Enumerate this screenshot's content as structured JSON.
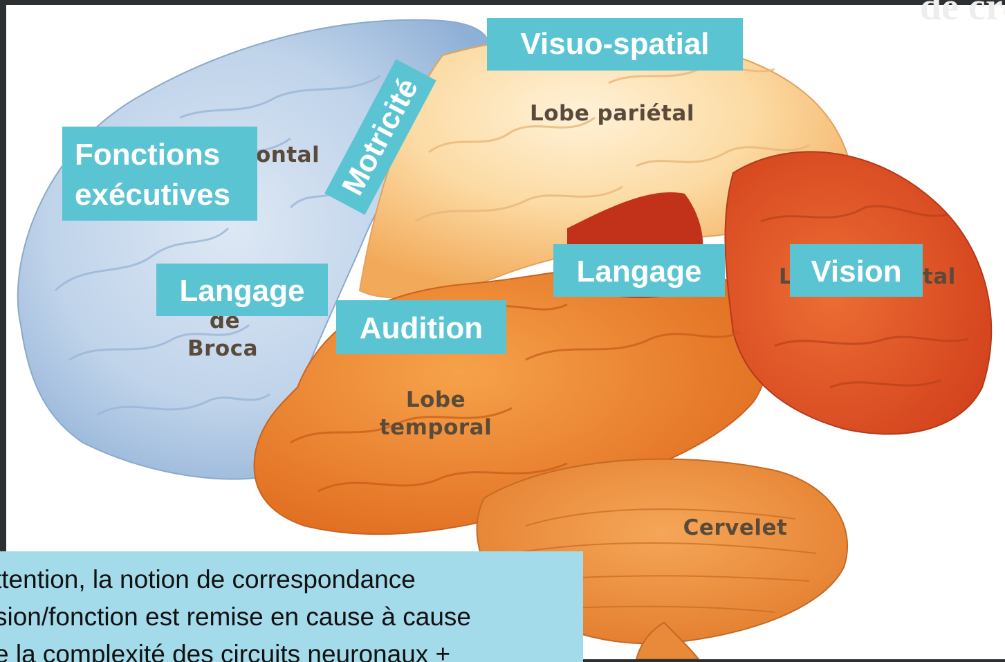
{
  "corner_text": "de cré",
  "lobe_labels": {
    "frontal": "ontal",
    "parietal": "Lobe pariétal",
    "broca_de": "de",
    "broca": "Broca",
    "temporal_1": "Lobe",
    "temporal_2": "temporal",
    "occipital_l": "L",
    "occipital": "tal",
    "cervelet": "Cervelet"
  },
  "function_labels": {
    "executive_1": "Fonctions",
    "executive_2": "exécutives",
    "motricite": "Motricité",
    "visuospatial": "Visuo-spatial",
    "langage_broca": "Langage",
    "audition": "Audition",
    "langage_wernicke": "Langage",
    "vision": "Vision"
  },
  "note_lines": [
    "ttention, la notion de correspondance",
    "sion/fonction est  remise en cause à cause",
    "e la complexité des circuits neuronaux +"
  ],
  "colors": {
    "frontal_lobe": "#b9cfe8",
    "parietal_lobe": "#fbd9a0",
    "temporal_lobe": "#ec8a34",
    "occipital_lobe": "#e0502a",
    "label_box": "#5bc4d2",
    "note_box": "#a4dbea"
  }
}
